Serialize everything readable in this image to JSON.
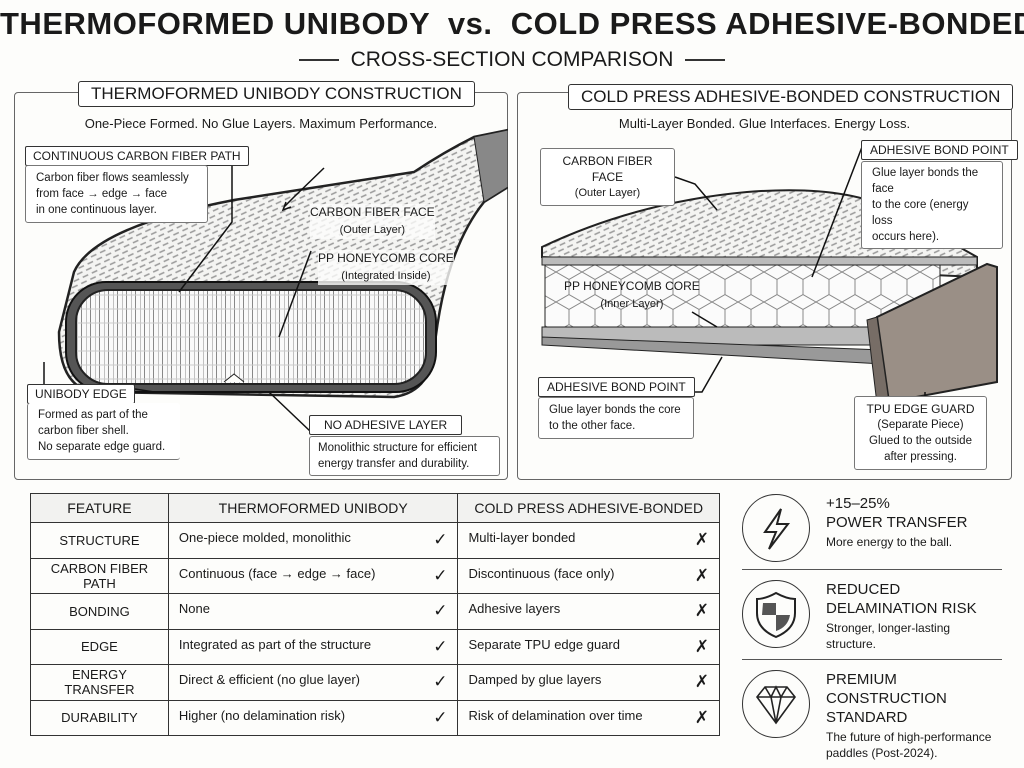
{
  "title": "THERMOFORMED UNIBODY  vs.  COLD PRESS ADHESIVE-BONDED",
  "subtitle": "CROSS-SECTION COMPARISON",
  "left_panel": {
    "title": "THERMOFORMED UNIBODY CONSTRUCTION",
    "tagline": "One-Piece Formed. No Glue Layers. Maximum Performance.",
    "callouts": [
      {
        "title": "CONTINUOUS CARBON FIBER PATH",
        "desc": [
          "Carbon fiber flows seamlessly",
          "from face → edge → face",
          "in one continuous layer."
        ]
      },
      {
        "title": "CARBON FIBER FACE",
        "sub": "(Outer Layer)"
      },
      {
        "title": "PP HONEYCOMB CORE",
        "sub": "(Integrated Inside)"
      },
      {
        "title": "UNIBODY EDGE",
        "desc": [
          "Formed as part of the",
          "carbon fiber shell.",
          "No separate edge guard."
        ]
      },
      {
        "title": "NO ADHESIVE LAYER",
        "desc": [
          "Monolithic structure for efficient",
          "energy transfer and durability."
        ]
      }
    ]
  },
  "right_panel": {
    "title": "COLD PRESS ADHESIVE-BONDED CONSTRUCTION",
    "tagline": "Multi-Layer Bonded. Glue Interfaces. Energy Loss.",
    "callouts": [
      {
        "title": "CARBON FIBER FACE",
        "sub": "(Outer Layer)"
      },
      {
        "title": "ADHESIVE BOND POINT",
        "desc": [
          "Glue layer bonds the face",
          "to the core (energy loss",
          "occurs here)."
        ]
      },
      {
        "title": "PP HONEYCOMB CORE",
        "sub": "(Inner Layer)"
      },
      {
        "title": "ADHESIVE BOND POINT",
        "desc": [
          "Glue layer bonds the core",
          "to the other face."
        ]
      },
      {
        "title": "TPU EDGE GUARD",
        "sub": "(Separate Piece)",
        "desc": [
          "Glued to the outside",
          "after pressing."
        ]
      }
    ]
  },
  "table": {
    "headers": [
      "FEATURE",
      "THERMOFORMED UNIBODY",
      "COLD PRESS ADHESIVE-BONDED"
    ],
    "rows": [
      {
        "feature": "STRUCTURE",
        "thermo": "One-piece molded, monolithic",
        "thermo_mark": "✓",
        "cold": "Multi-layer bonded",
        "cold_mark": "✗"
      },
      {
        "feature": "CARBON FIBER PATH",
        "thermo": "Continuous (face → edge → face)",
        "thermo_mark": "✓",
        "cold": "Discontinuous (face only)",
        "cold_mark": "✗"
      },
      {
        "feature": "BONDING",
        "thermo": "None",
        "thermo_mark": "✓",
        "cold": "Adhesive layers",
        "cold_mark": "✗"
      },
      {
        "feature": "EDGE",
        "thermo": "Integrated as part of the structure",
        "thermo_mark": "✓",
        "cold": "Separate TPU edge guard",
        "cold_mark": "✗"
      },
      {
        "feature": "ENERGY TRANSFER",
        "thermo": "Direct & efficient (no glue layer)",
        "thermo_mark": "✓",
        "cold": "Damped by glue layers",
        "cold_mark": "✗"
      },
      {
        "feature": "DURABILITY",
        "thermo": "Higher (no delamination risk)",
        "thermo_mark": "✓",
        "cold": "Risk of delamination over time",
        "cold_mark": "✗"
      }
    ]
  },
  "benefits": [
    {
      "icon": "lightning-bolt-icon",
      "lines": [
        "+15–25%",
        "POWER TRANSFER"
      ],
      "desc": [
        "More energy to the ball."
      ]
    },
    {
      "icon": "shield-icon",
      "lines": [
        "REDUCED",
        "DELAMINATION RISK"
      ],
      "desc": [
        "Stronger, longer-lasting",
        "structure."
      ]
    },
    {
      "icon": "diamond-icon",
      "lines": [
        "PREMIUM CONSTRUCTION",
        "STANDARD"
      ],
      "desc": [
        "The future of high-performance",
        "paddles (Post-2024)."
      ]
    }
  ]
}
